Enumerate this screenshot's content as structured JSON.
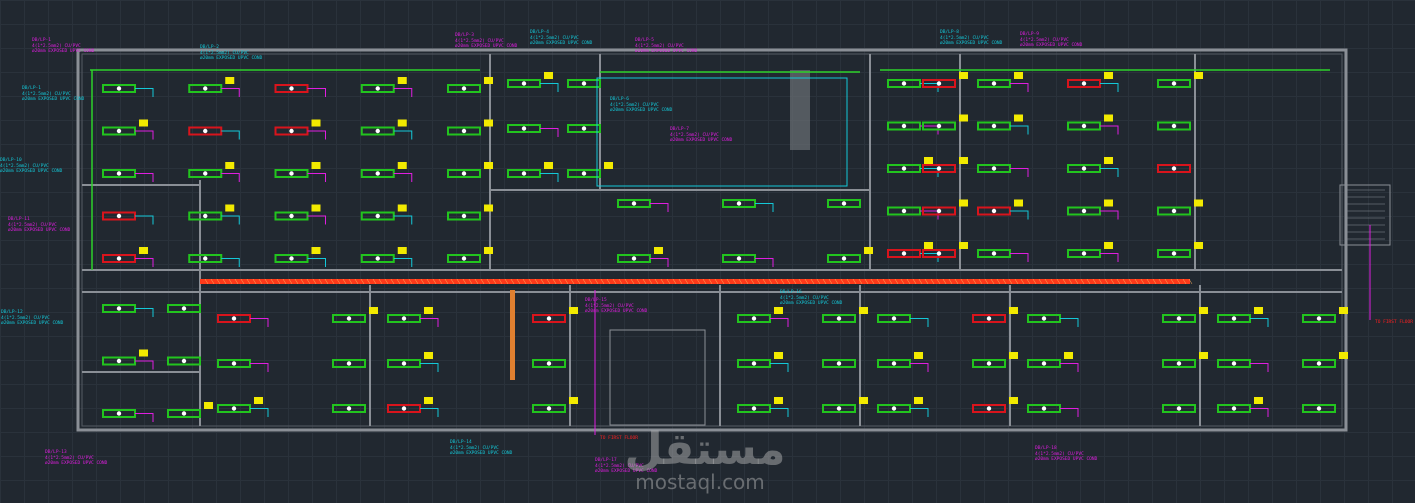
{
  "drawing": {
    "colors": {
      "background": "#212830",
      "walls": "#8a8f96",
      "fixture_green": "#22c41e",
      "fixture_red": "#d9141c",
      "switch_yellow": "#f2ea00",
      "circuit_cyan": "#14c8d8",
      "circuit_magenta": "#e01ee0",
      "riser_red": "#ff3a1a",
      "wiring_green": "#2ed12a"
    },
    "circuit_labels": [
      {
        "text": "DB/LP-1\n4(1*2.5mm2) CU/PVC\nø20mm EXPOSED UPVC COND",
        "color": "#e01ee0"
      },
      {
        "text": "DB/LP-1\n4(1*2.5mm2) CU/PVC\nø20mm EXPOSED UPVC COND",
        "color": "#14c8d8"
      },
      {
        "text": "DB/LP-2\n4(1*2.5mm2) CU/PVC\nø20mm EXPOSED UPVC COND",
        "color": "#14c8d8"
      },
      {
        "text": "DB/LP-3\n4(1*2.5mm2) CU/PVC\nø20mm EXPOSED UPVC COND",
        "color": "#e01ee0"
      },
      {
        "text": "DB/LP-4\n4(1*2.5mm2) CU/PVC\nø20mm EXPOSED UPVC COND",
        "color": "#14c8d8"
      },
      {
        "text": "DB/LP-5\n4(1*2.5mm2) CU/PVC\nø20mm EXPOSED UPVC COND",
        "color": "#e01ee0"
      },
      {
        "text": "DB/LP-6\n4(1*2.5mm2) CU/PVC\nø20mm EXPOSED UPVC COND",
        "color": "#14c8d8"
      },
      {
        "text": "DB/LP-7\n4(1*2.5mm2) CU/PVC\nø20mm EXPOSED UPVC COND",
        "color": "#e01ee0"
      },
      {
        "text": "DB/LP-8\n4(1*2.5mm2) CU/PVC\nø20mm EXPOSED UPVC COND",
        "color": "#14c8d8"
      },
      {
        "text": "DB/LP-9\n4(1*2.5mm2) CU/PVC\nø20mm EXPOSED UPVC COND",
        "color": "#e01ee0"
      },
      {
        "text": "DB/LP-10\n4(1*2.5mm2) CU/PVC\nø20mm EXPOSED UPVC COND",
        "color": "#14c8d8"
      },
      {
        "text": "DB/LP-11\n4(1*2.5mm2) CU/PVC\nø20mm EXPOSED UPVC COND",
        "color": "#e01ee0"
      },
      {
        "text": "DB/LP-12\n4(1*2.5mm2) CU/PVC\nø20mm EXPOSED UPVC COND",
        "color": "#14c8d8"
      },
      {
        "text": "DB/LP-13\n4(1*2.5mm2) CU/PVC\nø20mm EXPOSED UPVC COND",
        "color": "#e01ee0"
      },
      {
        "text": "DB/LP-14\n4(1*2.5mm2) CU/PVC\nø20mm EXPOSED UPVC COND",
        "color": "#14c8d8"
      },
      {
        "text": "DB/LP-15\n4(1*2.5mm2) CU/PVC\nø20mm EXPOSED UPVC COND",
        "color": "#e01ee0"
      },
      {
        "text": "DB/LP-16\n4(1*2.5mm2) CU/PVC\nø20mm EXPOSED UPVC COND",
        "color": "#14c8d8"
      },
      {
        "text": "DB/LP-17\n4(1*2.5mm2) CU/PVC\nø20mm EXPOSED UPVC COND",
        "color": "#e01ee0"
      },
      {
        "text": "DB/LP-18\n4(1*2.5mm2) CU/PVC\nø20mm EXPOSED UPVC COND",
        "color": "#e01ee0"
      }
    ],
    "riser_notes": [
      {
        "text": "TO FIRST FLOOR",
        "color": "#ff2020"
      },
      {
        "text": "TO FIRST FLOOR",
        "color": "#ff2020"
      }
    ]
  },
  "watermark": {
    "arabic": "مستقل",
    "latin": "mostaql.com"
  }
}
